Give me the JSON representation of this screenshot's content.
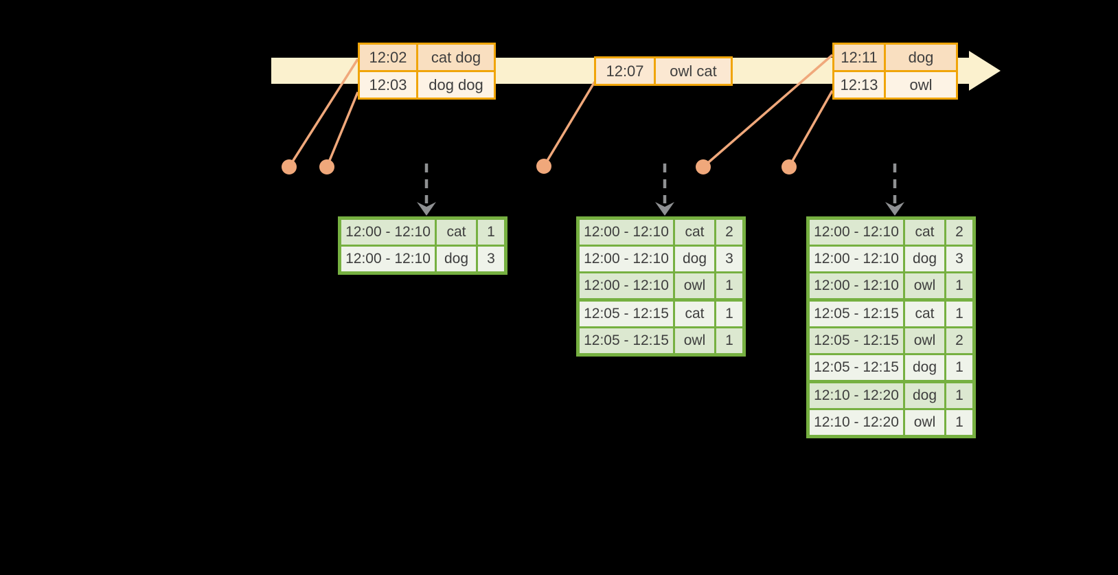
{
  "colors": {
    "background": "#000000",
    "timeline_band": "#FBF1CE",
    "event_table_border": "#F0A50A",
    "event_row_dark": "#F9DFC0",
    "event_row_light": "#FDF3E5",
    "event_row_mid": "#FBE8D2",
    "connector_and_dot": "#F0A87B",
    "result_table_border": "#76B041",
    "result_row_dark": "#DCE8D0",
    "result_row_light": "#EFF3EA",
    "trigger_arrow_gray": "#8F9193",
    "table_text": "#3E3E3E"
  },
  "icons": {
    "timeline_arrow": "block-arrow-right",
    "trigger_arrow": "dashed-arrow-down",
    "event_marker": "filled-circle"
  },
  "event_tables": [
    {
      "id": "events-batch-1",
      "rows": [
        {
          "time": "12:02",
          "words": "cat dog"
        },
        {
          "time": "12:03",
          "words": "dog dog"
        }
      ]
    },
    {
      "id": "events-batch-2",
      "rows": [
        {
          "time": "12:07",
          "words": "owl cat"
        }
      ]
    },
    {
      "id": "events-batch-3",
      "rows": [
        {
          "time": "12:11",
          "words": "dog"
        },
        {
          "time": "12:13",
          "words": "owl"
        }
      ]
    }
  ],
  "result_tables": [
    {
      "id": "result-table-1",
      "rows": [
        {
          "window": "12:00 - 12:10",
          "word": "cat",
          "count": "1"
        },
        {
          "window": "12:00 - 12:10",
          "word": "dog",
          "count": "3"
        }
      ]
    },
    {
      "id": "result-table-2",
      "rows": [
        {
          "window": "12:00 - 12:10",
          "word": "cat",
          "count": "2"
        },
        {
          "window": "12:00 - 12:10",
          "word": "dog",
          "count": "3"
        },
        {
          "window": "12:00 - 12:10",
          "word": "owl",
          "count": "1"
        },
        {
          "window": "12:05 - 12:15",
          "word": "cat",
          "count": "1"
        },
        {
          "window": "12:05 - 12:15",
          "word": "owl",
          "count": "1"
        }
      ]
    },
    {
      "id": "result-table-3",
      "rows": [
        {
          "window": "12:00 - 12:10",
          "word": "cat",
          "count": "2"
        },
        {
          "window": "12:00 - 12:10",
          "word": "dog",
          "count": "3"
        },
        {
          "window": "12:00 - 12:10",
          "word": "owl",
          "count": "1"
        },
        {
          "window": "12:05 - 12:15",
          "word": "cat",
          "count": "1"
        },
        {
          "window": "12:05 - 12:15",
          "word": "owl",
          "count": "2"
        },
        {
          "window": "12:05 - 12:15",
          "word": "dog",
          "count": "1"
        },
        {
          "window": "12:10 - 12:20",
          "word": "dog",
          "count": "1"
        },
        {
          "window": "12:10 - 12:20",
          "word": "owl",
          "count": "1"
        }
      ]
    }
  ]
}
